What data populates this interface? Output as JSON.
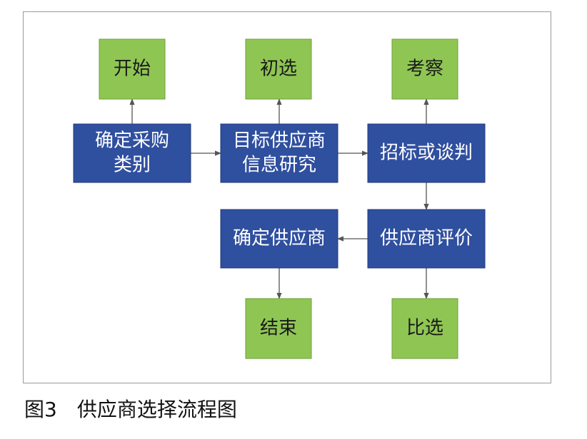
{
  "caption": "图3　供应商选择流程图",
  "colors": {
    "blue_fill": "#2f4f9f",
    "blue_stroke": "#23397a",
    "green_fill": "#8fc653",
    "green_stroke": "#6f9e3e",
    "edge": "#555555"
  },
  "nodes": [
    {
      "id": "start",
      "kind": "green",
      "lines": [
        "开始"
      ]
    },
    {
      "id": "prelim",
      "kind": "green",
      "lines": [
        "初选"
      ]
    },
    {
      "id": "inspect",
      "kind": "green",
      "lines": [
        "考察"
      ]
    },
    {
      "id": "category",
      "kind": "blue",
      "lines": [
        "确定采购",
        "类别"
      ]
    },
    {
      "id": "research",
      "kind": "blue",
      "lines": [
        "目标供应商",
        "信息研究"
      ]
    },
    {
      "id": "bidding",
      "kind": "blue",
      "lines": [
        "招标或谈判"
      ]
    },
    {
      "id": "evaluate",
      "kind": "blue",
      "lines": [
        "供应商评价"
      ]
    },
    {
      "id": "decide",
      "kind": "blue",
      "lines": [
        "确定供应商"
      ]
    },
    {
      "id": "end",
      "kind": "green",
      "lines": [
        "结束"
      ]
    },
    {
      "id": "compare",
      "kind": "green",
      "lines": [
        "比选"
      ]
    }
  ],
  "edges": [
    {
      "from": "category",
      "to": "start"
    },
    {
      "from": "category",
      "to": "research"
    },
    {
      "from": "research",
      "to": "prelim"
    },
    {
      "from": "research",
      "to": "bidding"
    },
    {
      "from": "bidding",
      "to": "inspect"
    },
    {
      "from": "bidding",
      "to": "evaluate"
    },
    {
      "from": "evaluate",
      "to": "decide"
    },
    {
      "from": "evaluate",
      "to": "compare"
    },
    {
      "from": "decide",
      "to": "end"
    }
  ]
}
